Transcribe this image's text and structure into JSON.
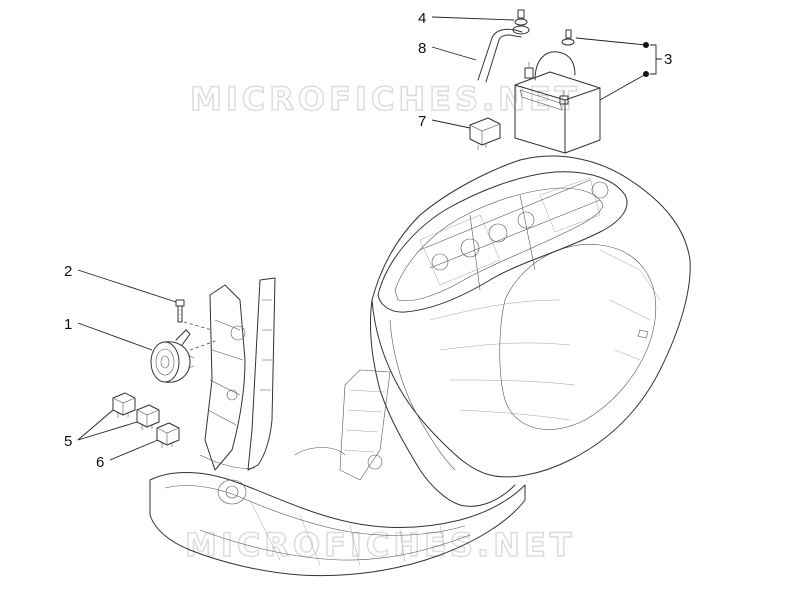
{
  "watermarks": [
    "MICROFICHES.NET",
    "MICROFICHES.NET"
  ],
  "callouts": [
    {
      "id": "1",
      "label": "1"
    },
    {
      "id": "2",
      "label": "2"
    },
    {
      "id": "3",
      "label": "3"
    },
    {
      "id": "4",
      "label": "4"
    },
    {
      "id": "5",
      "label": "5"
    },
    {
      "id": "6",
      "label": "6"
    },
    {
      "id": "7",
      "label": "7"
    },
    {
      "id": "8",
      "label": "8"
    }
  ]
}
